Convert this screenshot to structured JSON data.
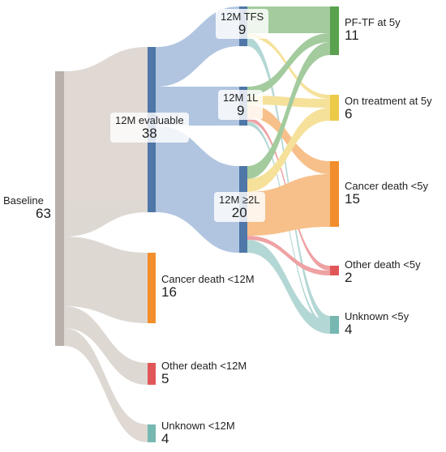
{
  "nodes": {
    "baseline": {
      "label": "Baseline",
      "value": "63",
      "color": "#b8b0aa"
    },
    "evaluable": {
      "label": "12M evaluable",
      "value": "38",
      "color": "#4f77a8"
    },
    "tfs": {
      "label": "12M TFS",
      "value": "9",
      "color": "#4f77a8"
    },
    "first_line": {
      "label": "12M 1L",
      "value": "9",
      "color": "#4f77a8"
    },
    "second_line": {
      "label": "12M ≥2L",
      "value": "20",
      "color": "#4f77a8"
    },
    "cancer_death_12m": {
      "label": "Cancer death <12M",
      "value": "16",
      "color": "#f28e2b"
    },
    "other_death_12m": {
      "label": "Other death <12M",
      "value": "5",
      "color": "#e15759"
    },
    "unknown_12m": {
      "label": "Unknown <12M",
      "value": "4",
      "color": "#76b7b2"
    },
    "pftf_5y": {
      "label": "PF-TF at 5y",
      "value": "11",
      "color": "#59a14f"
    },
    "on_treatment_5y": {
      "label": "On treatment at 5y",
      "value": "6",
      "color": "#edc948"
    },
    "cancer_death_5y": {
      "label": "Cancer death <5y",
      "value": "15",
      "color": "#f28e2b"
    },
    "other_death_5y": {
      "label": "Other death <5y",
      "value": "2",
      "color": "#e15759"
    },
    "unknown_5y": {
      "label": "Unknown <5y",
      "value": "4",
      "color": "#76b7b2"
    }
  },
  "link_colors": {
    "grey": "#ddd6d1",
    "blue": "#a9bfdd"
  }
}
